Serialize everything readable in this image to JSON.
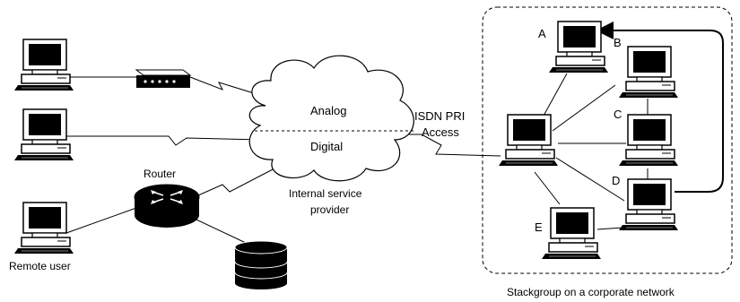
{
  "cloud": {
    "analog_label": "Analog",
    "digital_label": "Digital",
    "provider_line1": "Internal service",
    "provider_line2": "provider"
  },
  "isdn": {
    "line1": "ISDN PRI",
    "line2": "Access"
  },
  "router": {
    "label": "Router"
  },
  "remote_user": {
    "label": "Remote user"
  },
  "stackgroup": {
    "caption": "Stackgroup on a corporate network",
    "nodes": [
      "A",
      "B",
      "C",
      "D",
      "E"
    ]
  },
  "icons": {
    "pc": "desktop-computer-icon",
    "modem": "modem-icon",
    "router": "router-icon",
    "storage": "database-icon",
    "cloud": "cloud-icon"
  }
}
